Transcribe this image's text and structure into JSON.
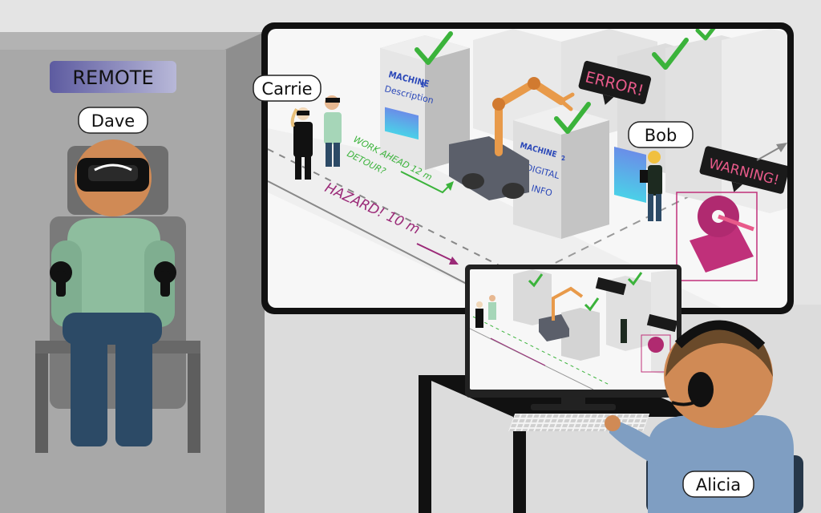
{
  "labels": {
    "remote": "REMOTE",
    "dave": "Dave",
    "carrie": "Carrie",
    "bob": "Bob",
    "alicia": "Alicia"
  },
  "signs": {
    "error": "ERROR!",
    "warning": "WARNING!"
  },
  "machines": {
    "m1_title": "MACHINE",
    "m1_number": "1",
    "m1_desc": "Description",
    "m2_title": "MACHINE",
    "m2_number": "2",
    "m2_line1": "DIGITAL",
    "m2_line2": "INFO"
  },
  "floor": {
    "work_ahead": "WORK AHEAD 12 m",
    "detour": "DETOUR?",
    "hazard": "HAZARD! 10 m"
  },
  "colors": {
    "check": "#3bb33b",
    "hazard": "#9b2a78",
    "work": "#3bb33b",
    "sign_bg": "#1a1a1a",
    "sign_text": "#e85a8a",
    "remote_badge": "#5a5a9a",
    "robot_arm": "#e89a4a",
    "saw": "#c0307a"
  }
}
